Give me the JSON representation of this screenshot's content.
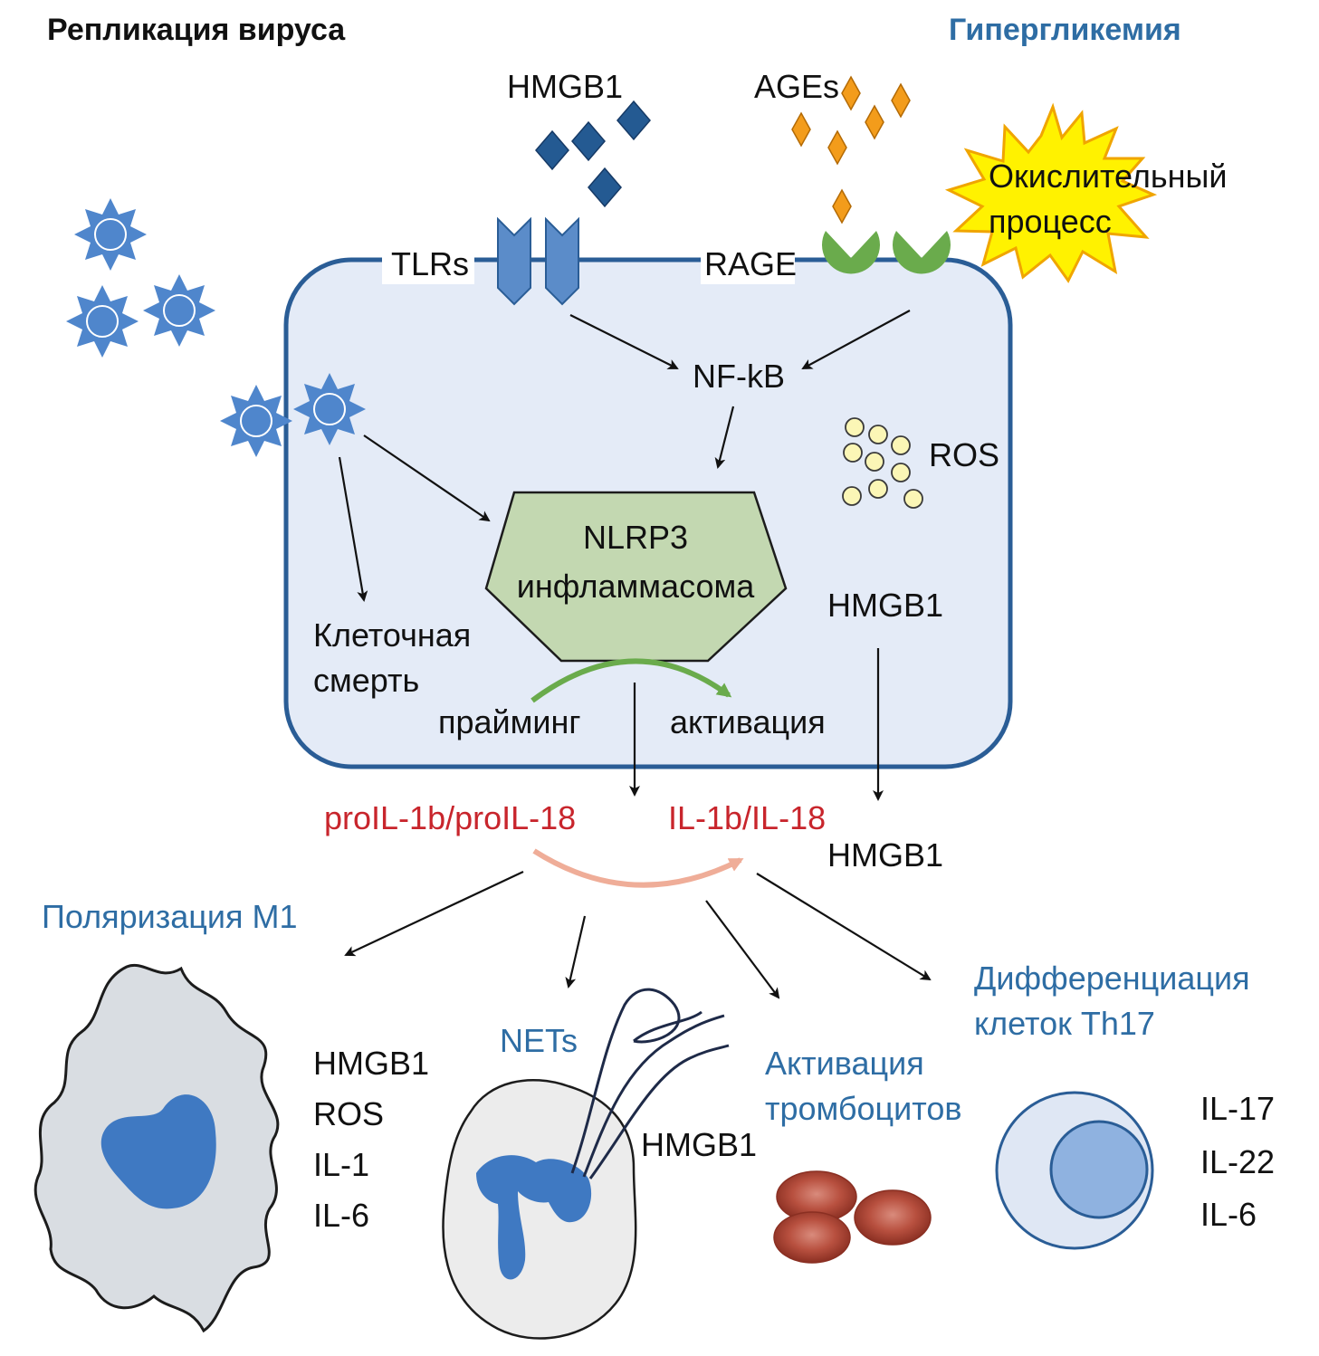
{
  "titles": {
    "virus_replication": "Репликация вируса",
    "hyperglycemia": "Гипергликемия"
  },
  "ligands": {
    "hmgb1_top": "HMGB1",
    "ages": "AGEs"
  },
  "oxidative": {
    "line1": "Окислительный",
    "line2": "процесс"
  },
  "receptors": {
    "tlrs": "TLRs",
    "rage": "RAGE"
  },
  "cell": {
    "nfkb": "NF-kB",
    "ros": "ROS",
    "nlrp3_line1": "NLRP3",
    "nlrp3_line2": "инфламмасома",
    "hmgb1_inside": "HMGB1",
    "cell_death_line1": "Клеточная",
    "cell_death_line2": "смерть",
    "priming": "прайминг",
    "activation": "активация"
  },
  "outputs": {
    "pro_il": "proIL-1b/proIL-18",
    "il": "IL-1b/IL-18",
    "hmgb1_out": "HMGB1"
  },
  "effects": {
    "m1_title": "Поляризация М1",
    "m1_items": [
      "HMGB1",
      "ROS",
      "IL-1",
      "IL-6"
    ],
    "nets_title": "NETs",
    "nets_item": "HMGB1",
    "platelets_line1": "Активация",
    "platelets_line2": "тромбоцитов",
    "th17_line1": "Дифференциация",
    "th17_line2": "клеток Th17",
    "th17_items": [
      "IL-17",
      "IL-22",
      "IL-6"
    ]
  },
  "colors": {
    "cell_fill": "#e4ebf7",
    "cell_border": "#2a5d96",
    "receptor_tlr": "#5b8cc9",
    "receptor_rage": "#6aab4c",
    "nlrp3_fill": "#c3d8b1",
    "hmgb1_diamond": "#245a92",
    "ages_diamond": "#f39c1b",
    "virus": "#4f86cc",
    "red_text": "#c8252c",
    "blue_text": "#2e6da4"
  }
}
